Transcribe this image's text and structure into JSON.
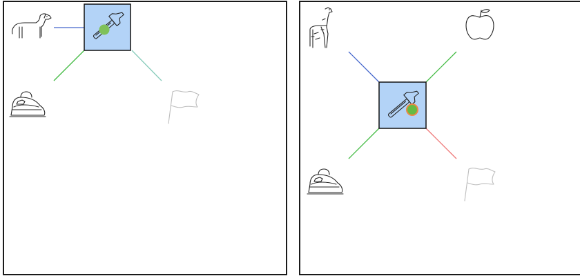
{
  "diagram": {
    "panels": [
      {
        "id": "left",
        "hub": {
          "icon": "hammer-icon",
          "marker_color": "#7fc15a",
          "marker_ring": "#7fc15a"
        },
        "neighbors": [
          {
            "icon": "dog-icon",
            "link_color": "#4466cc",
            "direction": "west"
          },
          {
            "icon": "iron-icon",
            "link_color": "#44bb44",
            "direction": "south-west"
          },
          {
            "icon": "flag-icon",
            "link_color": "#88ccbb",
            "direction": "south-east",
            "faded": true
          }
        ]
      },
      {
        "id": "right",
        "hub": {
          "icon": "hammer-icon",
          "marker_color": "#66bb44",
          "marker_ring": "#ee8844"
        },
        "neighbors": [
          {
            "icon": "giraffe-icon",
            "link_color": "#4466cc",
            "direction": "north-west"
          },
          {
            "icon": "apple-icon",
            "link_color": "#44bb44",
            "direction": "north-east"
          },
          {
            "icon": "iron-icon",
            "link_color": "#44bb44",
            "direction": "south-west"
          },
          {
            "icon": "flag-icon",
            "link_color": "#ee7777",
            "direction": "south-east",
            "faded": true
          }
        ]
      }
    ]
  }
}
